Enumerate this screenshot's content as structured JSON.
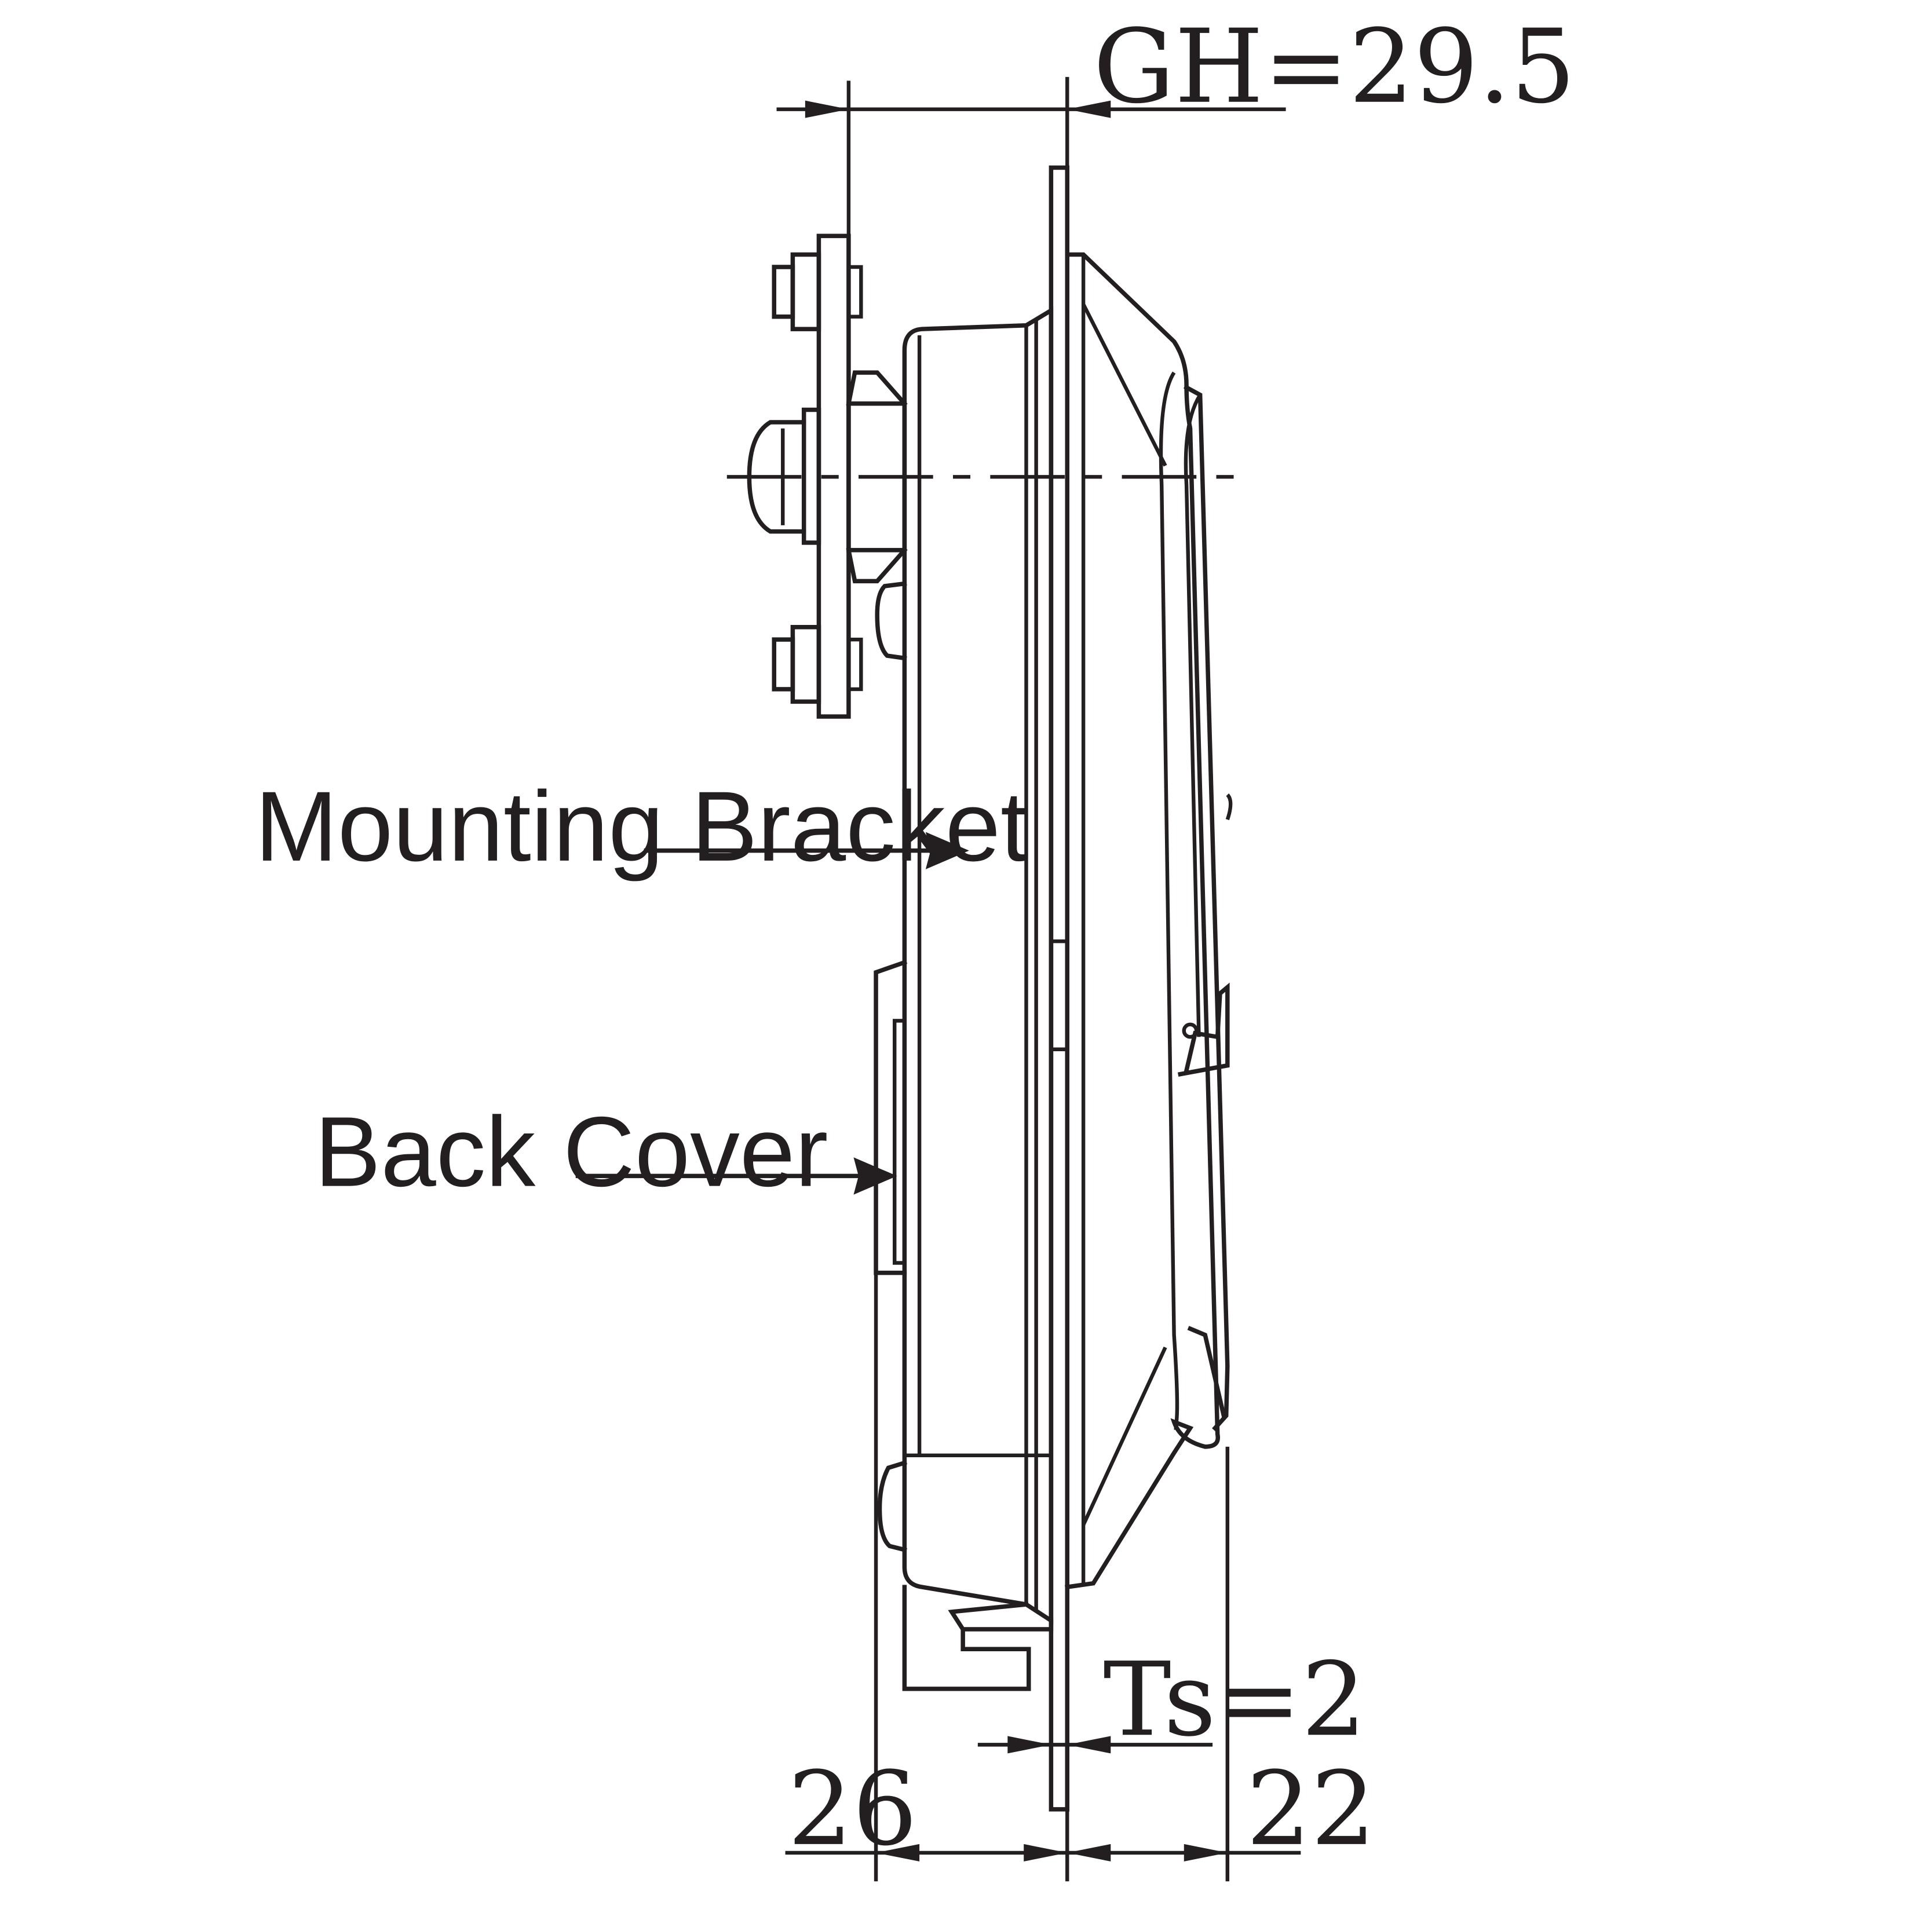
{
  "dimensions": {
    "gh": "GH=29.5",
    "ts": "Ts=2",
    "left_depth": "26",
    "right_depth": "22"
  },
  "callouts": {
    "mounting_bracket": "Mounting Bracket",
    "back_cover": "Back Cover"
  }
}
